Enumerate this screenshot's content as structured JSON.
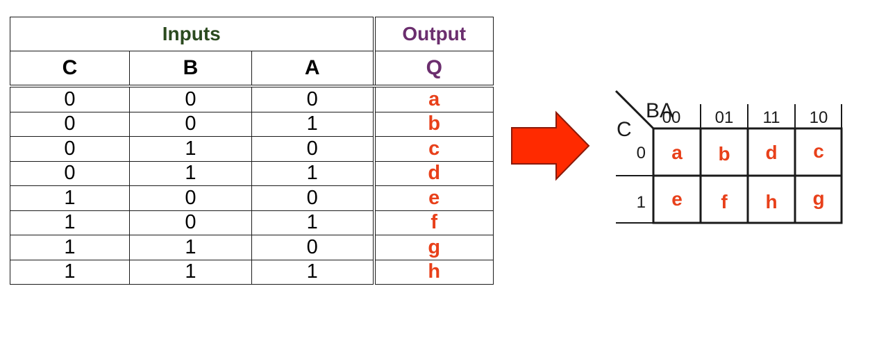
{
  "truth_table": {
    "group_headers": {
      "inputs": "Inputs",
      "output": "Output"
    },
    "columns": [
      "C",
      "B",
      "A",
      "Q"
    ],
    "rows": [
      [
        "0",
        "0",
        "0",
        "a"
      ],
      [
        "0",
        "0",
        "1",
        "b"
      ],
      [
        "0",
        "1",
        "0",
        "c"
      ],
      [
        "0",
        "1",
        "1",
        "d"
      ],
      [
        "1",
        "0",
        "0",
        "e"
      ],
      [
        "1",
        "0",
        "1",
        "f"
      ],
      [
        "1",
        "1",
        "0",
        "g"
      ],
      [
        "1",
        "1",
        "1",
        "h"
      ]
    ]
  },
  "kmap": {
    "col_var": "BA",
    "row_var": "C",
    "col_labels": [
      "00",
      "01",
      "11",
      "10"
    ],
    "row_labels": [
      "0",
      "1"
    ],
    "cells": [
      [
        "a",
        "b",
        "d",
        "c"
      ],
      [
        "e",
        "f",
        "h",
        "g"
      ]
    ]
  },
  "colors": {
    "inputs_header": "#2b4a1f",
    "output_header": "#6b2e6e",
    "output_values": "#e8401a",
    "arrow_fill": "#ff2a00",
    "arrow_stroke": "#8a1a0a"
  }
}
